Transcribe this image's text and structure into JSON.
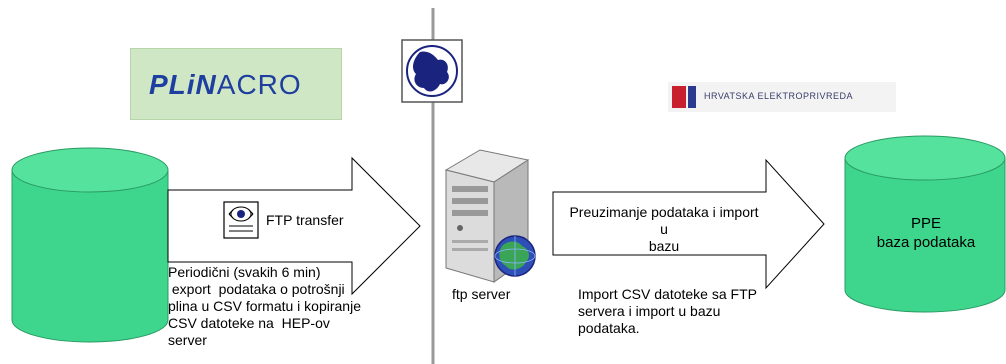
{
  "logos": {
    "plinacro": {
      "text_plin": "PLiN",
      "text_acro": "ACRO",
      "accent": "#1f3fa0",
      "accent2": "#1a8a3a"
    },
    "hep": {
      "text": "HRVATSKA ELEKTROPRIVREDA"
    }
  },
  "left_database": {
    "color": "#3dd68c"
  },
  "right_database": {
    "label_line1": "PPE",
    "label_line2": "baza podataka",
    "color": "#3dd68c"
  },
  "left_arrow": {
    "label": "FTP transfer"
  },
  "right_arrow": {
    "label_line1": "Preuzimanje podataka i import u",
    "label_line2": "bazu"
  },
  "left_description": [
    "Periodični (svakih 6 min)",
    " export  podataka o potrošnji",
    "plina u CSV formatu i kopiranje",
    "CSV datoteke na  HEP-ov",
    "server"
  ],
  "right_description": [
    "Import CSV datoteke sa FTP",
    "servera i import u bazu",
    "podataka."
  ],
  "server": {
    "label": "ftp server"
  },
  "icons": [
    "globe-icon",
    "ftp-document-icon",
    "server-icon",
    "network-globe-icon"
  ]
}
